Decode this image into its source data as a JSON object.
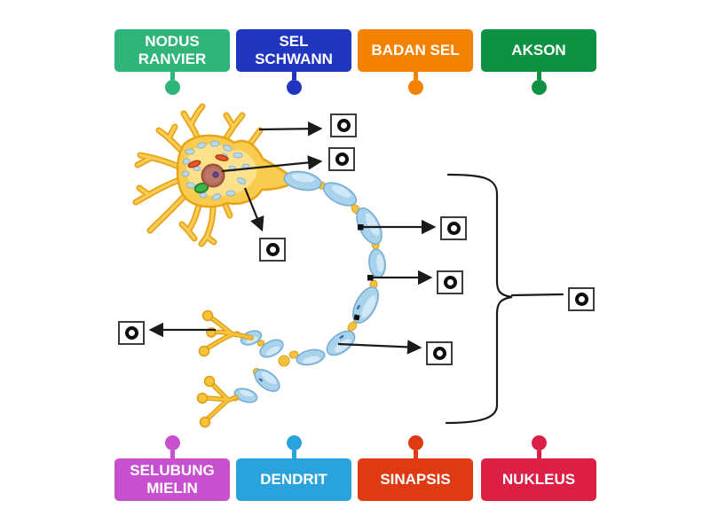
{
  "page": {
    "background": "#ffffff",
    "activity_type": "labelled-diagram",
    "subject": "neuron"
  },
  "labels": {
    "text_color": "#ffffff",
    "top": [
      {
        "id": "nodus-ranvier",
        "text": "NODUS RANVIER",
        "color": "#2FB579"
      },
      {
        "id": "sel-schwann",
        "text": "SEL SCHWANN",
        "color": "#2136BE"
      },
      {
        "id": "badan-sel",
        "text": "BADAN SEL",
        "color": "#F28200"
      },
      {
        "id": "akson",
        "text": "AKSON",
        "color": "#0F9144"
      }
    ],
    "bottom": [
      {
        "id": "selubung-mielin",
        "text": "SELUBUNG MIELIN",
        "color": "#C750CE"
      },
      {
        "id": "dendrit",
        "text": "DENDRIT",
        "color": "#2AA3DC"
      },
      {
        "id": "sinapsis",
        "text": "SINAPSIS",
        "color": "#DE3A14"
      },
      {
        "id": "nukleus",
        "text": "NUKLEUS",
        "color": "#DB1F45"
      }
    ]
  },
  "drop_targets": [
    {
      "id": "target-1",
      "icon": "ring-icon"
    },
    {
      "id": "target-2",
      "icon": "ring-icon"
    },
    {
      "id": "target-3",
      "icon": "ring-icon"
    },
    {
      "id": "target-4",
      "icon": "ring-icon"
    },
    {
      "id": "target-5",
      "icon": "ring-icon"
    },
    {
      "id": "target-6",
      "icon": "ring-icon"
    },
    {
      "id": "target-7",
      "icon": "ring-icon"
    },
    {
      "id": "target-8",
      "icon": "ring-icon"
    }
  ],
  "diagram": {
    "illustration": "neuron-illustration",
    "ink_color": "#1a1a1a",
    "myelin_color": "#A9D2EC",
    "cell_color": "#F8CC4F"
  }
}
